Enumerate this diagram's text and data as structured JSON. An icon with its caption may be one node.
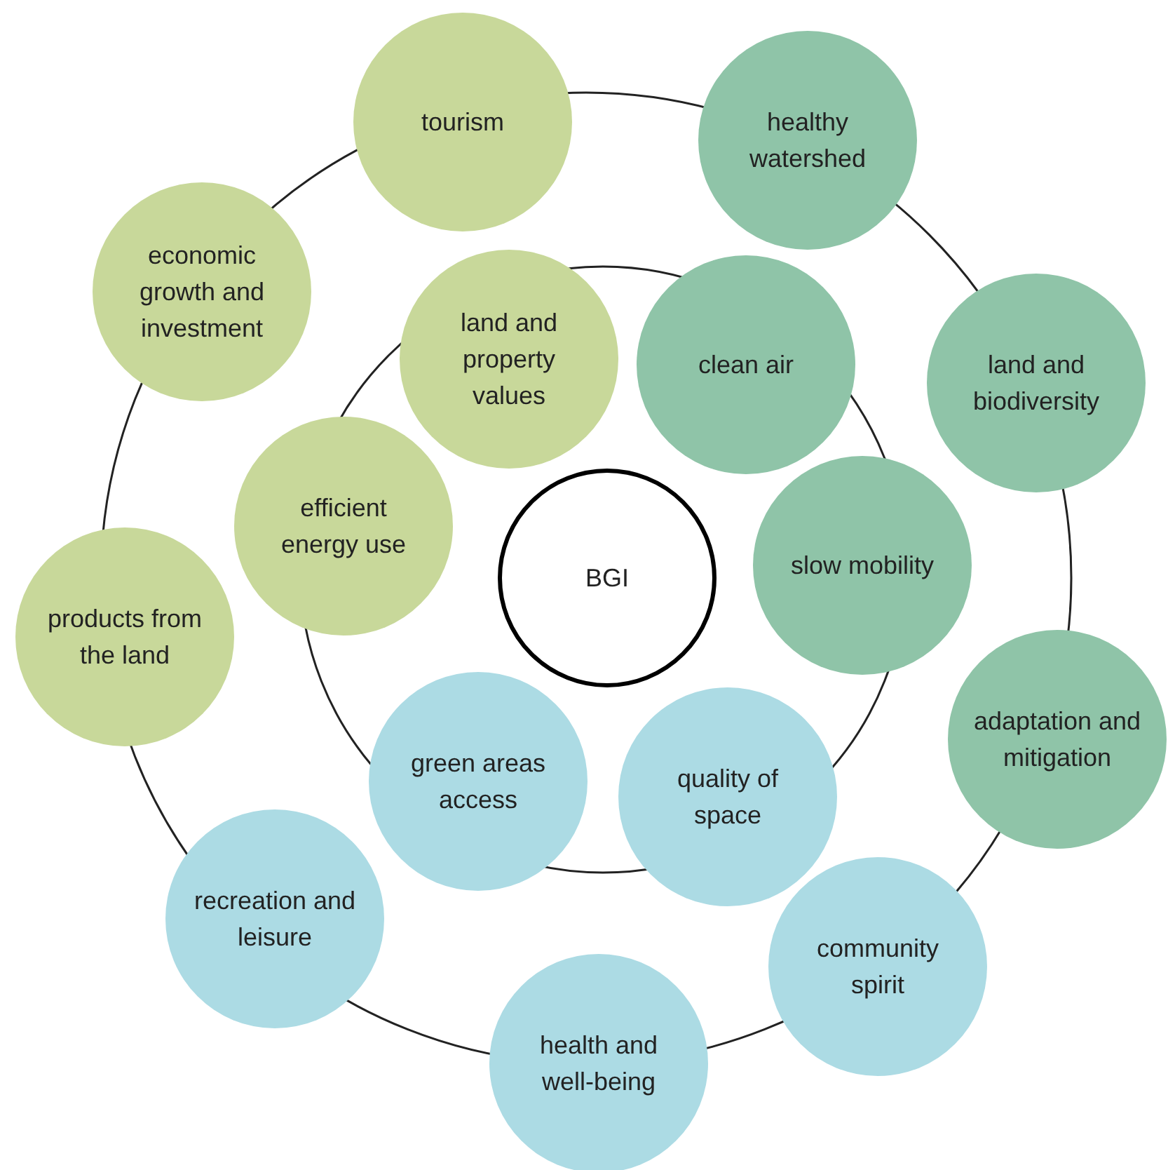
{
  "diagram": {
    "nodes": [
      {
        "text": [
          "tourism"
        ]
      },
      {
        "text": [
          "healthy watershed"
        ]
      },
      {
        "text": [
          "economic growth and investment"
        ]
      },
      {
        "text": [
          "land and property values"
        ]
      },
      {
        "text": [
          "clean air"
        ]
      },
      {
        "text": [
          "land and biodiversity"
        ]
      },
      {
        "text": [
          "efficient energy use"
        ]
      },
      {
        "text": [
          "slow mobility"
        ]
      },
      {
        "text": [
          "BGI"
        ]
      },
      {
        "text": [
          "products from the land"
        ]
      },
      {
        "text": [
          "adaptation and mitigation"
        ]
      },
      {
        "text": [
          "green areas access"
        ]
      },
      {
        "text": [
          "quality of space"
        ]
      },
      {
        "text": [
          "recreation and leisure"
        ]
      },
      {
        "text": [
          "community spirit"
        ]
      },
      {
        "text": [
          "health and well-being"
        ]
      }
    ]
  }
}
